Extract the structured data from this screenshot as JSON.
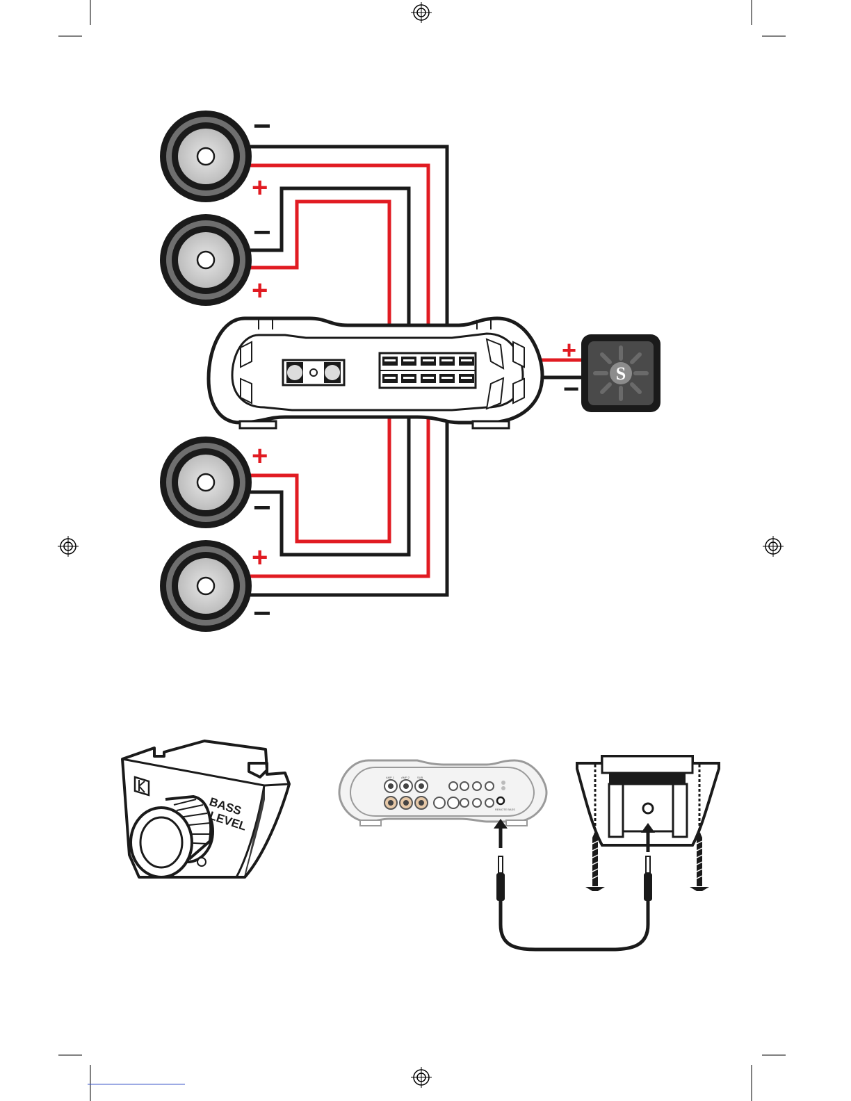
{
  "wiring_diagram": {
    "polarity": {
      "plus": "+",
      "minus": "−"
    },
    "speakers": [
      {
        "id": "front-left",
        "top_sign": "−",
        "bottom_sign": "+"
      },
      {
        "id": "front-right",
        "top_sign": "−",
        "bottom_sign": "+"
      },
      {
        "id": "rear-left",
        "top_sign": "+",
        "bottom_sign": "−"
      },
      {
        "id": "rear-right",
        "top_sign": "+",
        "bottom_sign": "−"
      }
    ],
    "subwoofer": {
      "logo_letter": "S",
      "plus_sign": "+",
      "minus_sign": "−"
    },
    "wire_colors": {
      "positive": "#e11b22",
      "negative": "#1a1a1a"
    }
  },
  "bass_knob": {
    "line1": "BASS",
    "line2": "LEVEL"
  },
  "amp_panel": {
    "labels": [
      "AMP 1",
      "AMP 2",
      "SUB",
      "REMOTE BASS"
    ]
  }
}
